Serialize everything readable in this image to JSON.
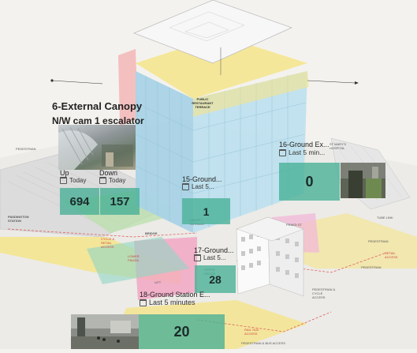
{
  "widgets": {
    "ext_canopy": {
      "title": "6-External Canopy",
      "subtitle": "N/W cam 1 escalator"
    },
    "up": {
      "label": "Up",
      "period": "Today",
      "value": "694"
    },
    "down": {
      "label": "Down",
      "period": "Today",
      "value": "157"
    },
    "ground15": {
      "title": "15-Ground...",
      "period": "Last 5...",
      "value": "1"
    },
    "ground16": {
      "title": "16-Ground Ex...",
      "period": "Last 5 min...",
      "value": "0"
    },
    "ground17": {
      "title": "17-Ground...",
      "period": "Last 5...",
      "value": "28"
    },
    "ground18": {
      "title": "18-Ground Station E...",
      "period": "Last 5 minutes",
      "value": "20"
    }
  },
  "map_labels": {
    "public_restaurant": "PUBLIC RESTAURANT TERRACE",
    "st_marys": "ST MARY'S HOSPITAL",
    "paddington": "PADDINGTON STATION",
    "bridge": "BRIDGE",
    "lower_piazza": "LOWER PIAZZA",
    "canopy": "CANOPY TERRACE",
    "upper_piazza": "UPPER PIAZZA",
    "praed_st": "PRAED ST",
    "pedestrian1": "PEDESTRIAN",
    "pedestrian2": "PEDESTRIAN",
    "pedestrian3": "PEDESTRIAN & CYCLE ACCESS",
    "pedestrian4": "PEDESTRIAN & BUS ACCESS",
    "tube_link": "TUBE LINK",
    "lift": "LIFT",
    "cycle_access": "CYCLE & RETAIL ACCESS",
    "retail_access": "RETAIL ACCESS",
    "rail_taxi": "RAIL TAXI ACCESS",
    "pedestrian_ped": "PEDESTRIAN"
  },
  "colors": {
    "tile": "#46af96",
    "glass": "#a9d3e6",
    "yellow": "#f5e58a",
    "pink": "#f2a7c3",
    "red_route": "#e06060"
  }
}
